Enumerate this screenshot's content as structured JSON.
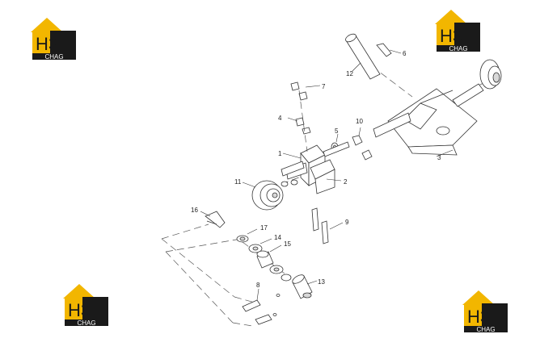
{
  "logos": [
    {
      "id": "top-left",
      "top": "H3",
      "bottom": "CHAG"
    },
    {
      "id": "top-right",
      "top": "H3",
      "bottom": "CHAG"
    },
    {
      "id": "bottom-left",
      "top": "H3",
      "bottom": "CHAG"
    },
    {
      "id": "bottom-right",
      "top": "H3",
      "bottom": "CHAG"
    }
  ],
  "callouts": [
    "1",
    "2",
    "3",
    "4",
    "5",
    "6",
    "7",
    "8",
    "9",
    "10",
    "11",
    "12",
    "13",
    "14",
    "15",
    "16",
    "17"
  ],
  "colors": {
    "accent": "#F2B600",
    "logo_dark": "#1a1a1a",
    "line": "#333333"
  }
}
